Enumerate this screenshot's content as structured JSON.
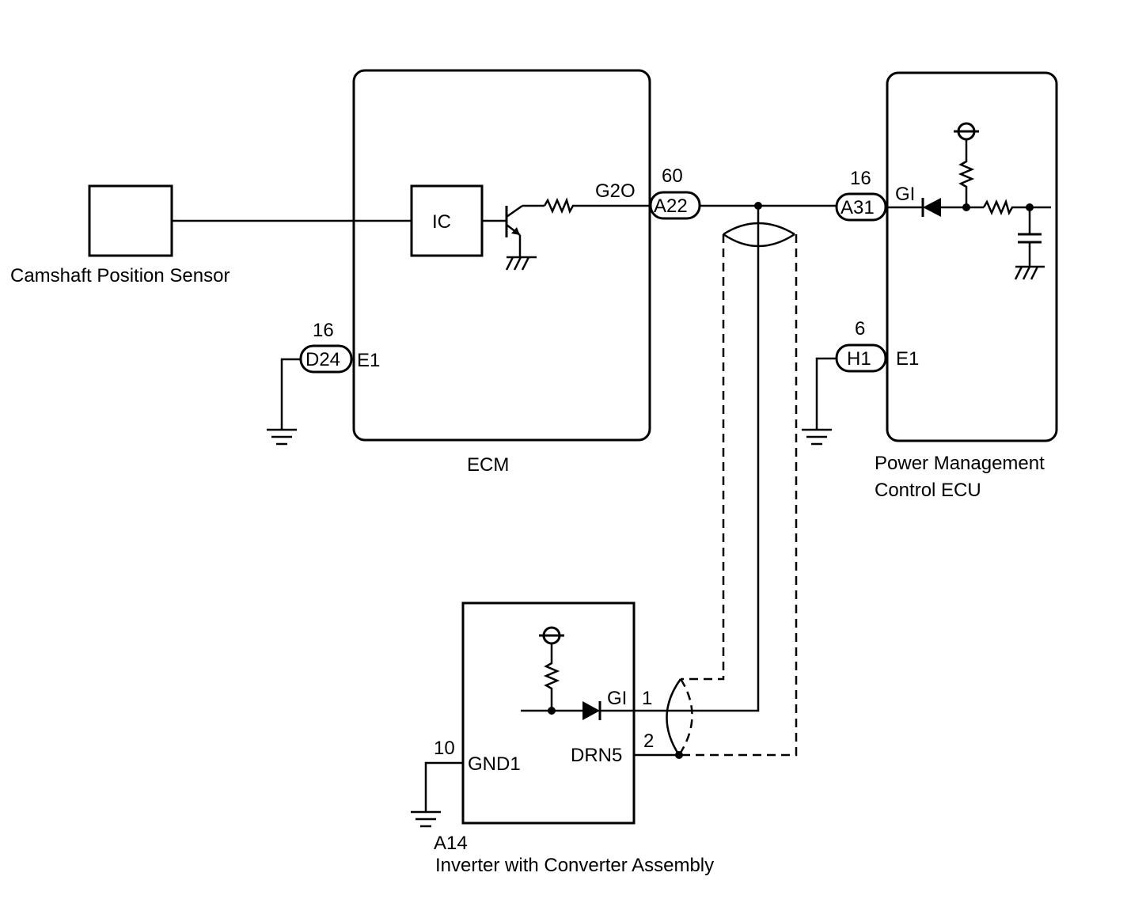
{
  "components": {
    "camshaft_sensor": "Camshaft Position Sensor",
    "ecm": "ECM",
    "ic": "IC",
    "pmc_ecu_line1": "Power Management",
    "pmc_ecu_line2": "Control ECU",
    "inverter_code": "A14",
    "inverter_name": "Inverter with Converter Assembly"
  },
  "connectors": {
    "ecm_output": {
      "code": "A22",
      "pin": "60",
      "terminal": "G2O"
    },
    "ecm_ground": {
      "code": "D24",
      "pin": "16",
      "terminal": "E1"
    },
    "pmc_input": {
      "code": "A31",
      "pin": "16",
      "terminal": "GI"
    },
    "pmc_ground": {
      "code": "H1",
      "pin": "6",
      "terminal": "E1"
    }
  },
  "inverter_pins": {
    "gi": {
      "pin": "1",
      "terminal": "GI"
    },
    "drn": {
      "pin": "2",
      "terminal": "DRN5"
    },
    "gnd": {
      "pin": "10",
      "terminal": "GND1"
    }
  }
}
